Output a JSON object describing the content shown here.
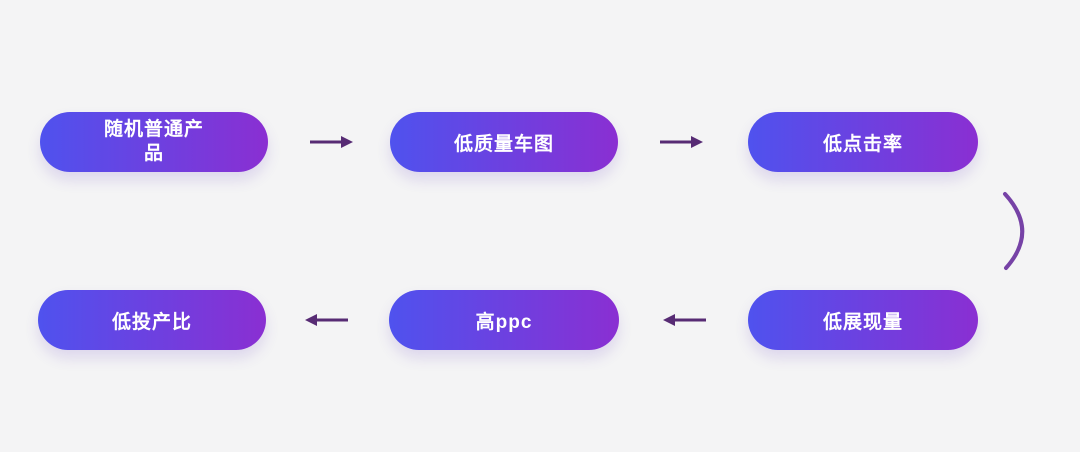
{
  "canvas": {
    "background": "#f4f4f5"
  },
  "style": {
    "pill_gradient_start": "#4f52ee",
    "pill_gradient_end": "#8a2fd2",
    "pill_text_color": "#ffffff",
    "arrow_color": "#572b74",
    "arc_color": "#7642a6"
  },
  "nodes": [
    {
      "id": "random-ordinary-product",
      "label": "随机普通产品"
    },
    {
      "id": "low-quality-main-image",
      "label": "低质量车图"
    },
    {
      "id": "low-click-rate",
      "label": "低点击率"
    },
    {
      "id": "low-impressions",
      "label": "低展现量"
    },
    {
      "id": "high-ppc",
      "label": "高ppc"
    },
    {
      "id": "low-roi",
      "label": "低投产比"
    }
  ]
}
